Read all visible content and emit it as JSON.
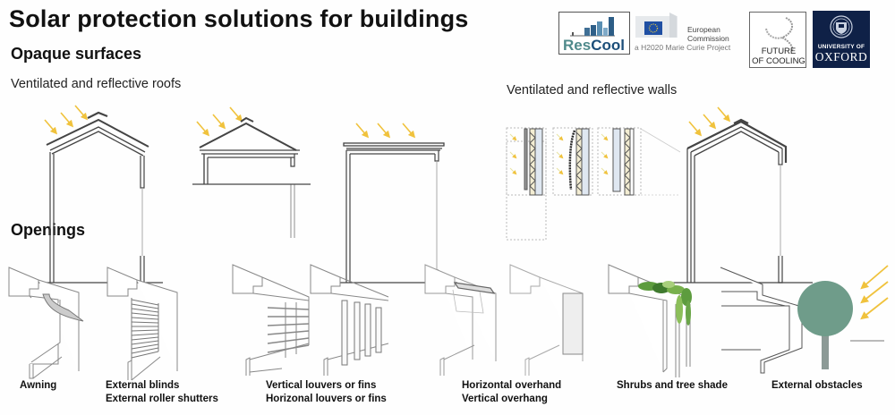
{
  "title": "Solar protection solutions for buildings",
  "sections": {
    "opaque": {
      "heading": "Opaque surfaces",
      "roofs_label": "Ventilated and reflective roofs",
      "walls_label": "Ventilated and reflective walls"
    },
    "openings": {
      "heading": "Openings",
      "items": [
        {
          "lines": [
            "Awning"
          ]
        },
        {
          "lines": [
            "External blinds",
            "External roller shutters"
          ]
        },
        {
          "lines": [
            "Vertical louvers or fins",
            "Horizonal louvers or fins"
          ]
        },
        {
          "lines": [
            "Horizontal overhand",
            "Vertical overhang"
          ]
        },
        {
          "lines": [
            "Shrubs and tree shade"
          ]
        },
        {
          "lines": [
            "External obstacles"
          ]
        }
      ]
    }
  },
  "logos": {
    "rescool": {
      "part1": "Res",
      "part2": "Cool"
    },
    "eu": {
      "line1": "European",
      "line2": "Commission",
      "tagline": "a H2020 Marie Curie Project"
    },
    "future_of_cooling": {
      "line1": "FUTURE",
      "line2": "OF COOLING"
    },
    "oxford": {
      "line1": "UNIVERSITY OF",
      "line2": "OXFORD"
    }
  },
  "colors": {
    "sun_arrow": "#f0c23c",
    "tree": "#6f9c8a",
    "oxford_blue": "#0f2147",
    "rescool_teal": "#4f8a8b",
    "rescool_blue": "#1d4f7a"
  }
}
